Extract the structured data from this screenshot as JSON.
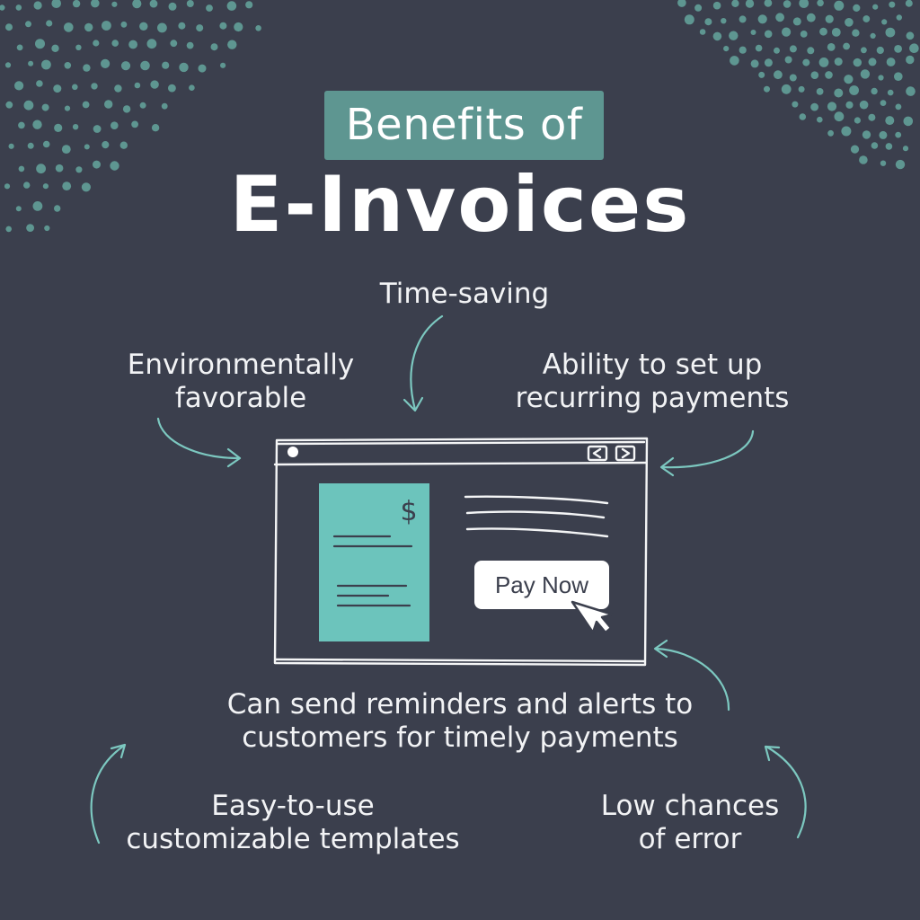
{
  "header": {
    "badge_text": "Benefits of",
    "title": "E-Invoices"
  },
  "benefits": {
    "time_saving": "Time-saving",
    "environmental_line1": "Environmentally",
    "environmental_line2": "favorable",
    "recurring_line1": "Ability to set up",
    "recurring_line2": "recurring payments",
    "reminders_line1": "Can send reminders and alerts to",
    "reminders_line2": "customers for timely payments",
    "templates_line1": "Easy-to-use",
    "templates_line2": "customizable templates",
    "errors_line1": "Low chances",
    "errors_line2": "of error"
  },
  "illustration": {
    "currency_symbol": "$",
    "pay_button_label": "Pay Now"
  },
  "icons": [
    "browser-window-icon",
    "invoice-document-icon",
    "cursor-arrow-icon",
    "chevron-left-icon",
    "chevron-right-icon",
    "curved-arrow-icon"
  ],
  "colors": {
    "background": "#3b3f4d",
    "accent_teal": "#5e9691",
    "invoice_teal": "#6cc4bc",
    "text": "#ffffff"
  }
}
